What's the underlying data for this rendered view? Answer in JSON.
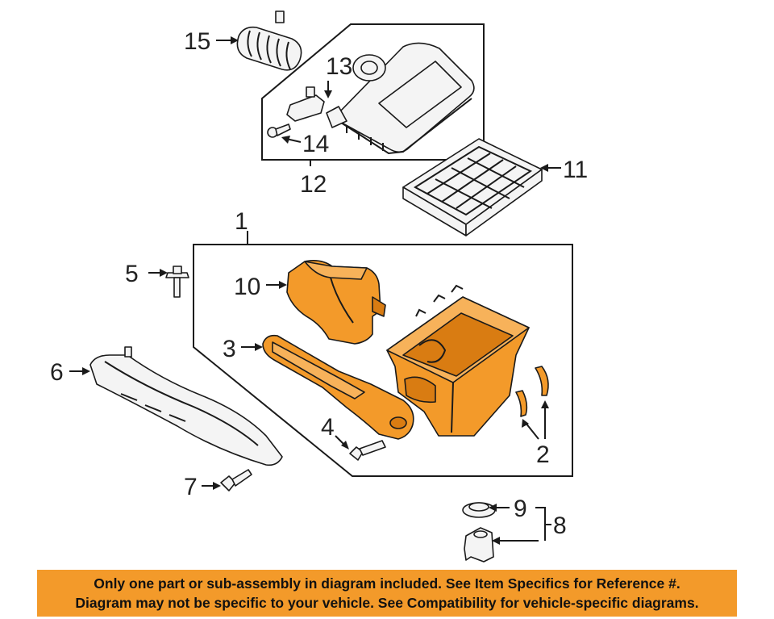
{
  "callouts": {
    "c1": "1",
    "c2": "2",
    "c3": "3",
    "c4": "4",
    "c5": "5",
    "c6": "6",
    "c7": "7",
    "c8": "8",
    "c9": "9",
    "c10": "10",
    "c11": "11",
    "c12": "12",
    "c13": "13",
    "c14": "14",
    "c15": "15"
  },
  "banner": {
    "line1": "Only one part or sub-assembly in diagram included. See Item Specifics for Reference #.",
    "line2": "Diagram may not be specific to your vehicle. See Compatibility for vehicle-specific diagrams."
  },
  "colors": {
    "highlight": "#f39a2a",
    "outline": "#1a1a1a",
    "banner_background": "#f39a2a"
  }
}
